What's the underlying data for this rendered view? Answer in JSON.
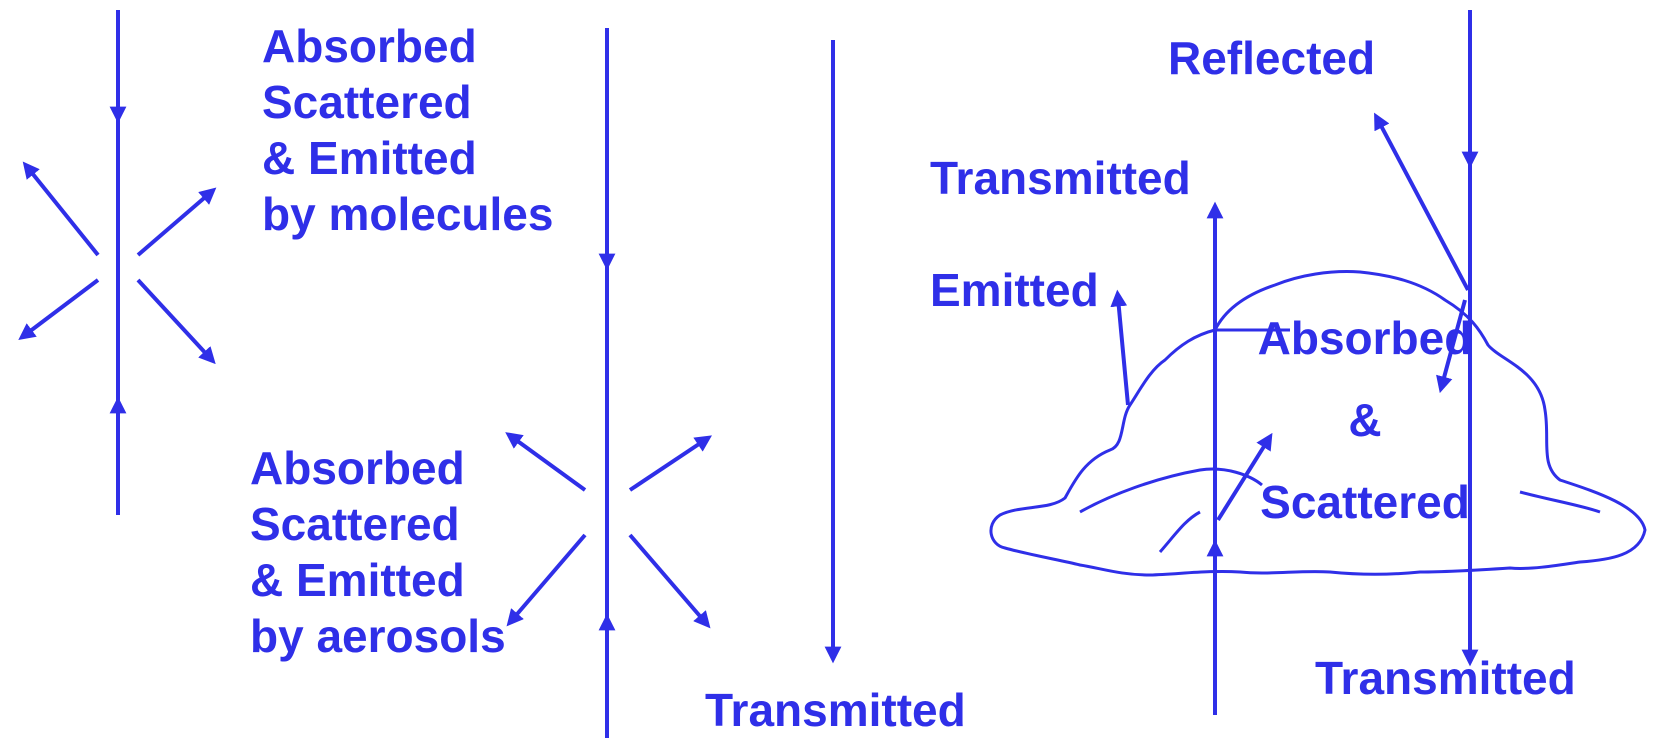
{
  "colors": {
    "ink": "#2f2fe8",
    "background": "#ffffff"
  },
  "labels": {
    "molecules": [
      "Absorbed",
      "Scattered",
      "& Emitted",
      "by molecules"
    ],
    "aerosols": [
      "Absorbed",
      "Scattered",
      "& Emitted",
      "by aerosols"
    ],
    "transmitted_clear": "Transmitted",
    "reflected": "Reflected",
    "transmitted_upward": "Transmitted",
    "emitted": "Emitted",
    "cloud": [
      "Absorbed",
      "&",
      "Scattered"
    ],
    "transmitted_below_cloud": "Transmitted"
  }
}
